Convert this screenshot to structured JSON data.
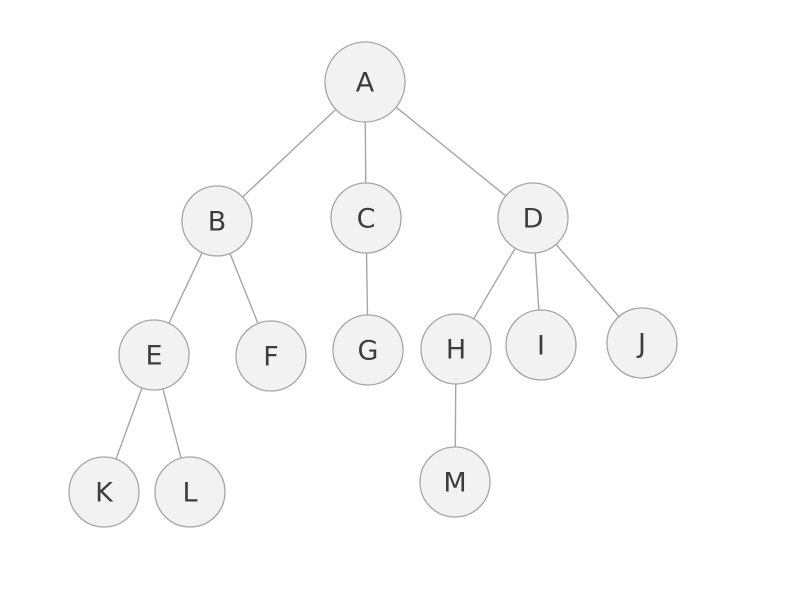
{
  "tree": {
    "nodes": [
      {
        "id": "A",
        "label": "A"
      },
      {
        "id": "B",
        "label": "B"
      },
      {
        "id": "C",
        "label": "C"
      },
      {
        "id": "D",
        "label": "D"
      },
      {
        "id": "E",
        "label": "E"
      },
      {
        "id": "F",
        "label": "F"
      },
      {
        "id": "G",
        "label": "G"
      },
      {
        "id": "H",
        "label": "H"
      },
      {
        "id": "I",
        "label": "I"
      },
      {
        "id": "J",
        "label": "J"
      },
      {
        "id": "K",
        "label": "K"
      },
      {
        "id": "L",
        "label": "L"
      },
      {
        "id": "M",
        "label": "M"
      }
    ],
    "edges": [
      {
        "from": "A",
        "to": "B"
      },
      {
        "from": "A",
        "to": "C"
      },
      {
        "from": "A",
        "to": "D"
      },
      {
        "from": "B",
        "to": "E"
      },
      {
        "from": "B",
        "to": "F"
      },
      {
        "from": "C",
        "to": "G"
      },
      {
        "from": "D",
        "to": "H"
      },
      {
        "from": "D",
        "to": "I"
      },
      {
        "from": "D",
        "to": "J"
      },
      {
        "from": "E",
        "to": "K"
      },
      {
        "from": "E",
        "to": "L"
      },
      {
        "from": "H",
        "to": "M"
      }
    ],
    "colors": {
      "node_fill": "#f2f2f2",
      "node_stroke": "#a6a6a6",
      "edge": "#a6a6a6",
      "label": "#3d3d3d"
    }
  }
}
